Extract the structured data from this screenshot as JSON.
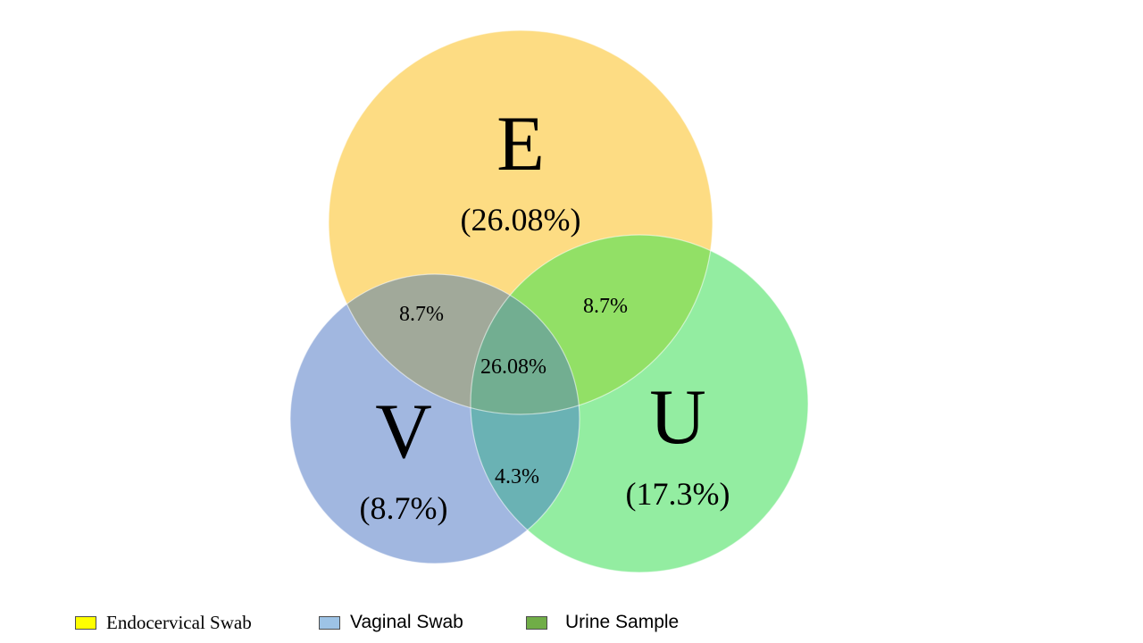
{
  "sets": {
    "E": {
      "letter": "E",
      "pct": "(26.08%)",
      "color": "#FDDC83"
    },
    "V": {
      "letter": "V",
      "pct": "(8.7%)",
      "color": "#A1B7E0"
    },
    "U": {
      "letter": "U",
      "pct": "(17.3%)",
      "color": "#93EDA1"
    }
  },
  "overlaps": {
    "EV": {
      "pct": "8.7%",
      "color": "#A1A99A"
    },
    "EU": {
      "pct": "8.7%",
      "color": "#92E066"
    },
    "VU": {
      "pct": "4.3%",
      "color": "#6AB2B4"
    },
    "EVU": {
      "pct": "26.08%",
      "color": "#72AE91"
    }
  },
  "legend": [
    {
      "label": "Endocervical Swab",
      "color": "#FFFF00"
    },
    {
      "label": "Vaginal Swab",
      "color": "#9DC3E6"
    },
    {
      "label": "Urine Sample",
      "color": "#70AD47"
    }
  ]
}
